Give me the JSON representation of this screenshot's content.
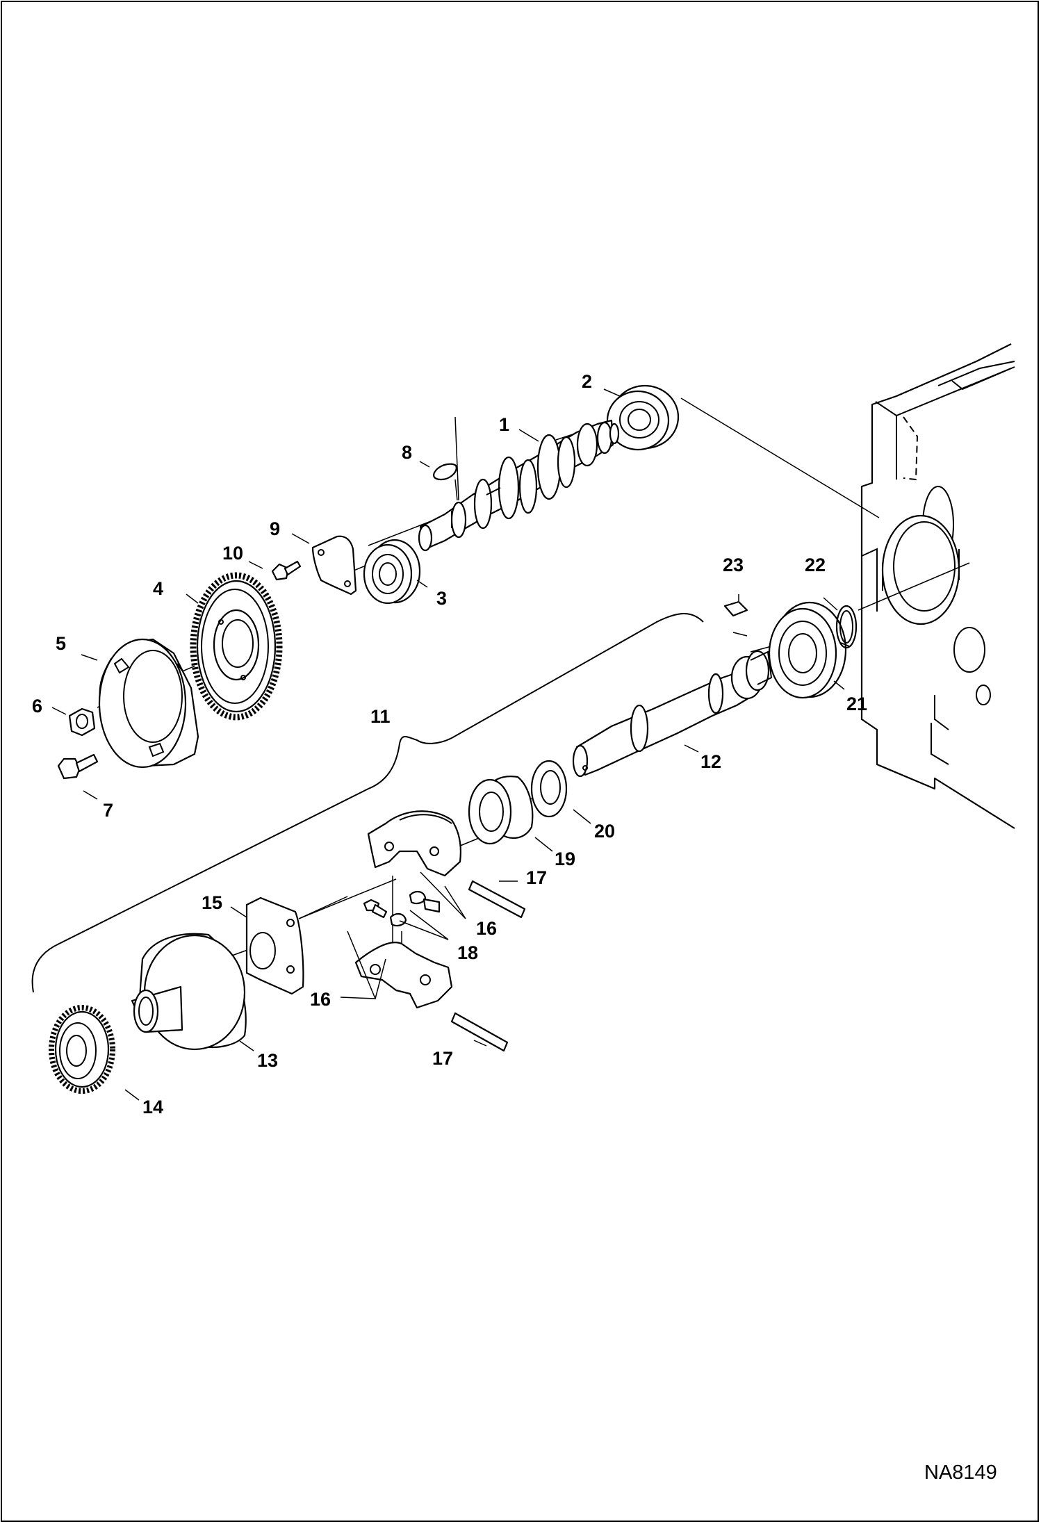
{
  "figure": {
    "id": "NA8149",
    "background": "#ffffff",
    "line_color": "#000000"
  },
  "callouts": [
    {
      "key": "c1",
      "label": "1"
    },
    {
      "key": "c2",
      "label": "2"
    },
    {
      "key": "c3",
      "label": "3"
    },
    {
      "key": "c4",
      "label": "4"
    },
    {
      "key": "c5",
      "label": "5"
    },
    {
      "key": "c6",
      "label": "6"
    },
    {
      "key": "c7",
      "label": "7"
    },
    {
      "key": "c8",
      "label": "8"
    },
    {
      "key": "c9",
      "label": "9"
    },
    {
      "key": "c10",
      "label": "10"
    },
    {
      "key": "c11",
      "label": "11"
    },
    {
      "key": "c12",
      "label": "12"
    },
    {
      "key": "c13",
      "label": "13"
    },
    {
      "key": "c14",
      "label": "14"
    },
    {
      "key": "c15",
      "label": "15"
    },
    {
      "key": "c16a",
      "label": "16"
    },
    {
      "key": "c16b",
      "label": "16"
    },
    {
      "key": "c17a",
      "label": "17"
    },
    {
      "key": "c17b",
      "label": "17"
    },
    {
      "key": "c18",
      "label": "18"
    },
    {
      "key": "c19",
      "label": "19"
    },
    {
      "key": "c20",
      "label": "20"
    },
    {
      "key": "c21",
      "label": "21"
    },
    {
      "key": "c22",
      "label": "22"
    },
    {
      "key": "c23",
      "label": "23"
    }
  ]
}
